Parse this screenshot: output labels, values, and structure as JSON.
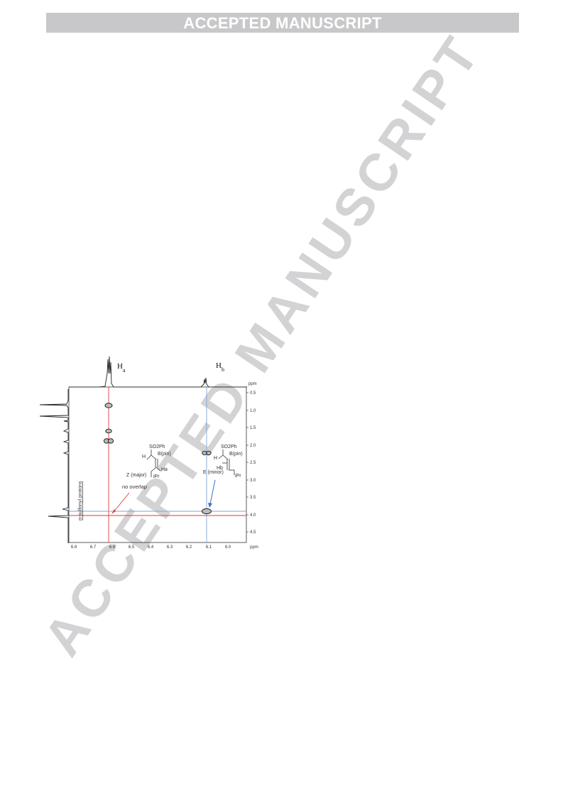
{
  "header": {
    "banner": "ACCEPTED MANUSCRIPT"
  },
  "watermark": {
    "text": "ACCEPTED MANUSCRIPT",
    "color": "#d3d3d5"
  },
  "figure": {
    "top_labels": {
      "ha": "Ha",
      "hb": "Hb"
    },
    "axis_unit_x": "ppm",
    "axis_unit_y": "ppm",
    "x_ticks": [
      "6.8",
      "6.7",
      "6.6",
      "6.5",
      "6.4",
      "6.3",
      "6.2",
      "6.1",
      "6.0"
    ],
    "y_ticks": [
      "0.5",
      "1.0",
      "1.5",
      "2.0",
      "2.5",
      "3.0",
      "3.5",
      "4.0",
      "4.5"
    ],
    "left_label": "α-sulfonyl protons",
    "no_overlap_label": "no overlap",
    "z_structure": {
      "sulfonyl": "SO2Ph",
      "boron": "B(pin)",
      "h_left": "H",
      "ha": "Ha",
      "ipr": "iPr",
      "caption": "Z (major)"
    },
    "e_structure": {
      "sulfonyl": "SO2Ph",
      "boron": "B(pin)",
      "h_left": "H",
      "hb": "Hb",
      "ipr": "iPr",
      "caption": "E (minor)"
    },
    "colors": {
      "red_line": "#e23a3a",
      "blue_line": "#7aa7d8",
      "blue_arrow": "#3b6fc4"
    }
  }
}
